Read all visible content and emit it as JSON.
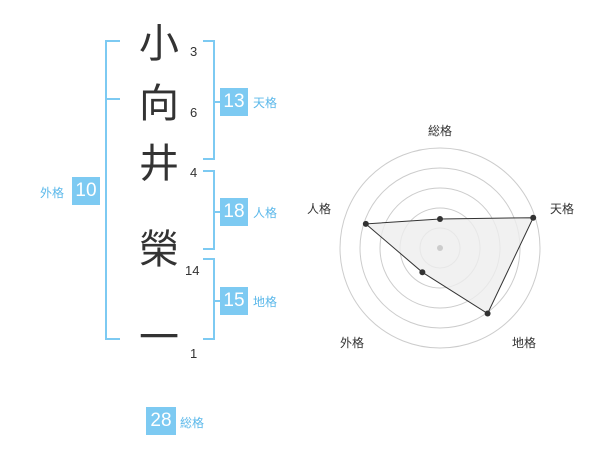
{
  "name": {
    "chars": [
      {
        "char": "小",
        "strokes": "3"
      },
      {
        "char": "向",
        "strokes": "6"
      },
      {
        "char": "井",
        "strokes": "4"
      },
      {
        "char": "榮",
        "strokes": "14"
      },
      {
        "char": "一",
        "strokes": "1"
      }
    ]
  },
  "fortune": {
    "tenkaku": {
      "value": "13",
      "label": "天格"
    },
    "jinkaku": {
      "value": "18",
      "label": "人格"
    },
    "chikaku": {
      "value": "15",
      "label": "地格"
    },
    "gaikaku": {
      "value": "10",
      "label": "外格"
    },
    "soukaku": {
      "value": "28",
      "label": "総格"
    }
  },
  "colors": {
    "accent": "#7dcaf2",
    "accent_text": "#5bb8ea",
    "text": "#333333",
    "grid": "#cccccc",
    "polygon_fill": "#eeeeee",
    "polygon_stroke": "#333333"
  },
  "chart_data": {
    "type": "radar",
    "axes": [
      "総格",
      "天格",
      "地格",
      "外格",
      "人格"
    ],
    "values": [
      0.29,
      0.98,
      0.81,
      0.3,
      0.78
    ],
    "ring_count": 5,
    "range": [
      0,
      1
    ]
  }
}
